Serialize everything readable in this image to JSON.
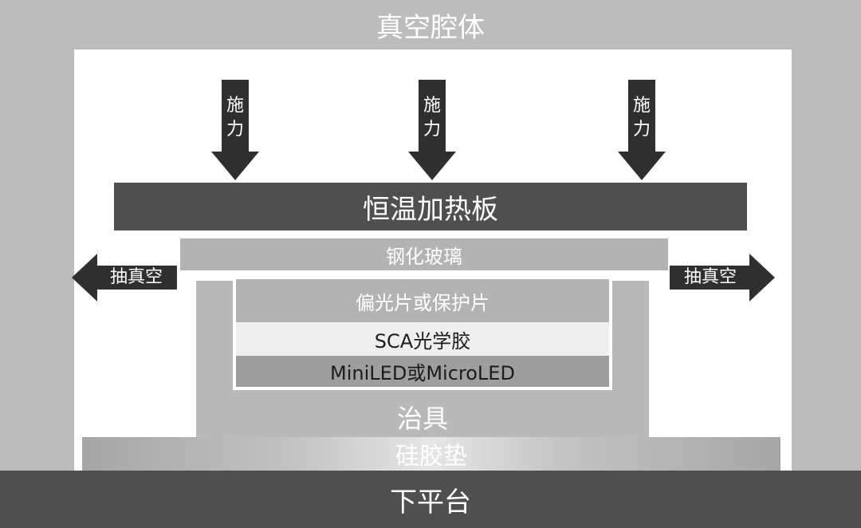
{
  "chamber": {
    "title": "真空腔体"
  },
  "force_arrows": [
    {
      "label": "施\n力"
    },
    {
      "label": "施\n力"
    },
    {
      "label": "施\n力"
    }
  ],
  "heater": {
    "label": "恒温加热板"
  },
  "glass": {
    "label": "钢化玻璃"
  },
  "vacuum": {
    "left_label": "抽真空",
    "right_label": "抽真空"
  },
  "layers": {
    "polarizer": "偏光片或保护片",
    "sca": "SCA光学胶",
    "led": "MiniLED或MicroLED"
  },
  "fixture": {
    "label": "治具"
  },
  "pad": {
    "label": "硅胶垫"
  },
  "platform": {
    "label": "下平台"
  }
}
